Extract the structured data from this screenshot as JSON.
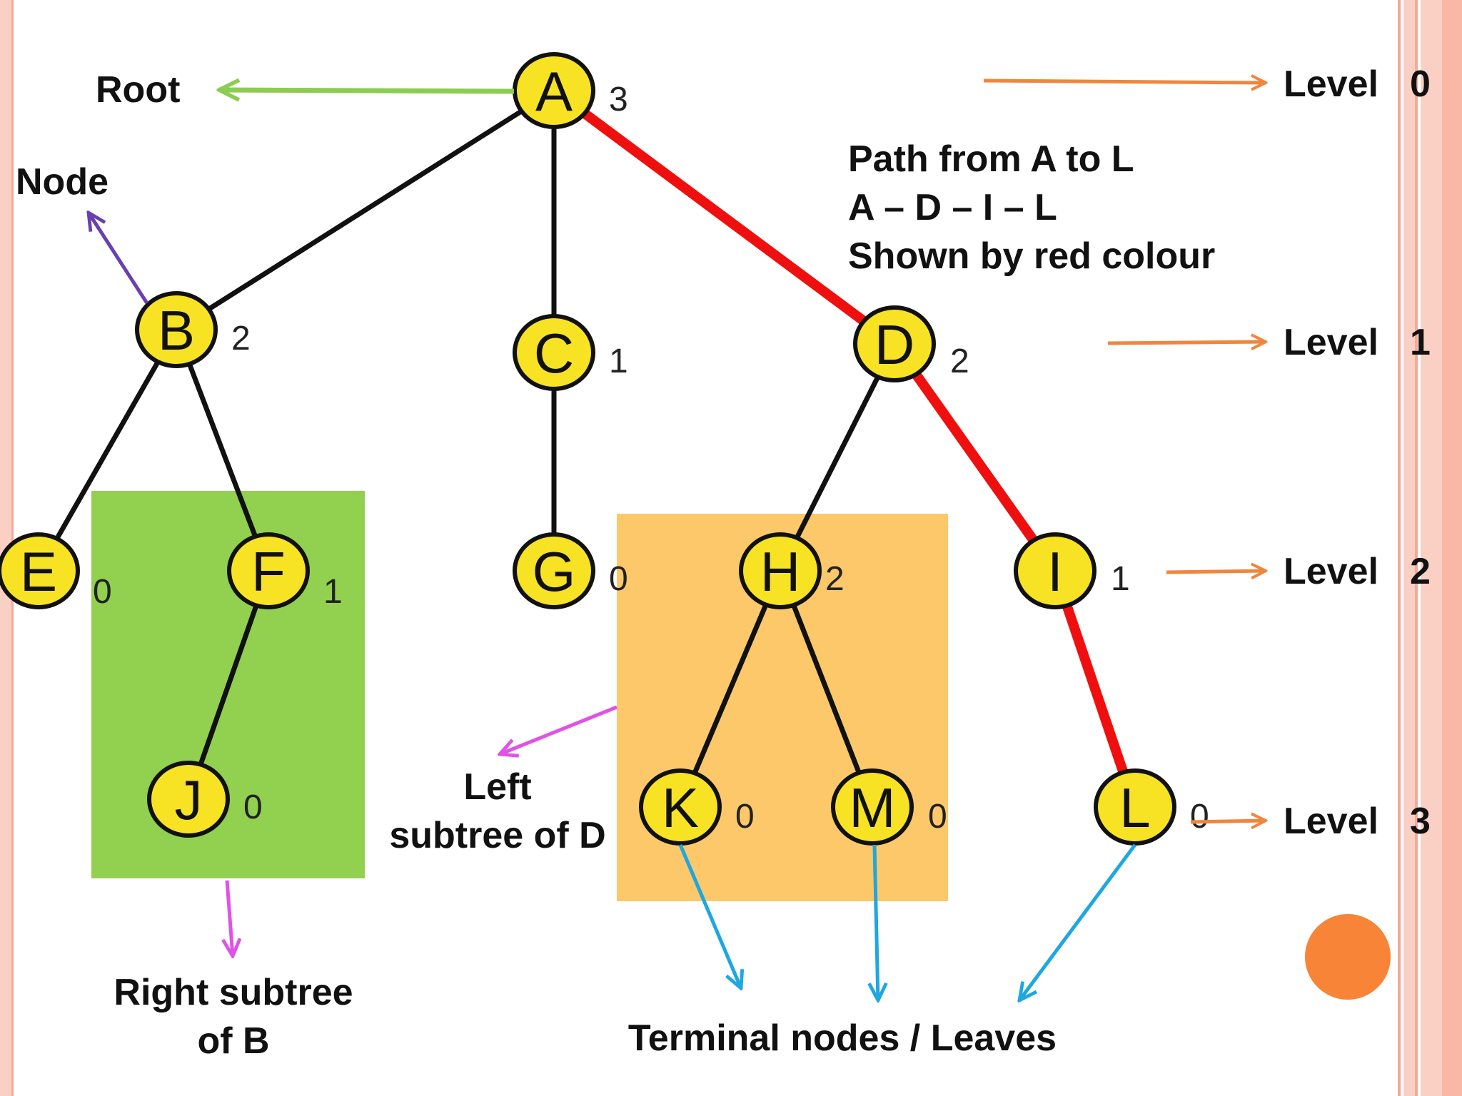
{
  "colors": {
    "node_fill": "#f7e323",
    "edge": "#111111",
    "path_edge": "#f00f0f",
    "orange_arrow": "#f0863e",
    "green_arrow": "#8ccc52",
    "purple_arrow": "#6a3fb0",
    "magenta_arrow": "#e052e6",
    "blue_arrow": "#1ea7e0",
    "green_box": "#92d050",
    "orange_box": "#fcc86a",
    "decor_circle": "#f78437",
    "side_band": "#fbd0c4"
  },
  "nodes": [
    {
      "id": "A",
      "label": "A",
      "degree": "3"
    },
    {
      "id": "B",
      "label": "B",
      "degree": "2"
    },
    {
      "id": "C",
      "label": "C",
      "degree": "1"
    },
    {
      "id": "D",
      "label": "D",
      "degree": "2"
    },
    {
      "id": "E",
      "label": "E",
      "degree": "0"
    },
    {
      "id": "F",
      "label": "F",
      "degree": "1"
    },
    {
      "id": "G",
      "label": "G",
      "degree": "0"
    },
    {
      "id": "H",
      "label": "H",
      "degree": "2"
    },
    {
      "id": "I",
      "label": "I",
      "degree": "1"
    },
    {
      "id": "J",
      "label": "J",
      "degree": "0"
    },
    {
      "id": "K",
      "label": "K",
      "degree": "0"
    },
    {
      "id": "M",
      "label": "M",
      "degree": "0"
    },
    {
      "id": "L",
      "label": "L",
      "degree": "0"
    }
  ],
  "edges": [
    {
      "from": "A",
      "to": "B",
      "on_path": false
    },
    {
      "from": "A",
      "to": "C",
      "on_path": false
    },
    {
      "from": "A",
      "to": "D",
      "on_path": true
    },
    {
      "from": "B",
      "to": "E",
      "on_path": false
    },
    {
      "from": "B",
      "to": "F",
      "on_path": false
    },
    {
      "from": "C",
      "to": "G",
      "on_path": false
    },
    {
      "from": "D",
      "to": "H",
      "on_path": false
    },
    {
      "from": "D",
      "to": "I",
      "on_path": true
    },
    {
      "from": "F",
      "to": "J",
      "on_path": false
    },
    {
      "from": "H",
      "to": "K",
      "on_path": false
    },
    {
      "from": "H",
      "to": "M",
      "on_path": false
    },
    {
      "from": "I",
      "to": "L",
      "on_path": true
    }
  ],
  "labels": {
    "root": "Root",
    "node": "Node",
    "path_title": "Path from A to L",
    "path_sequence": "A – D – I – L",
    "path_note": "Shown by red colour",
    "right_subtree_line1": "Right subtree",
    "right_subtree_line2": "of B",
    "left_subtree_line1": "Left",
    "left_subtree_line2": "subtree of D",
    "leaves": "Terminal nodes / Leaves"
  },
  "levels": [
    {
      "word": "Level",
      "number": "0"
    },
    {
      "word": "Level",
      "number": "1"
    },
    {
      "word": "Level",
      "number": "2"
    },
    {
      "word": "Level",
      "number": "3"
    }
  ]
}
